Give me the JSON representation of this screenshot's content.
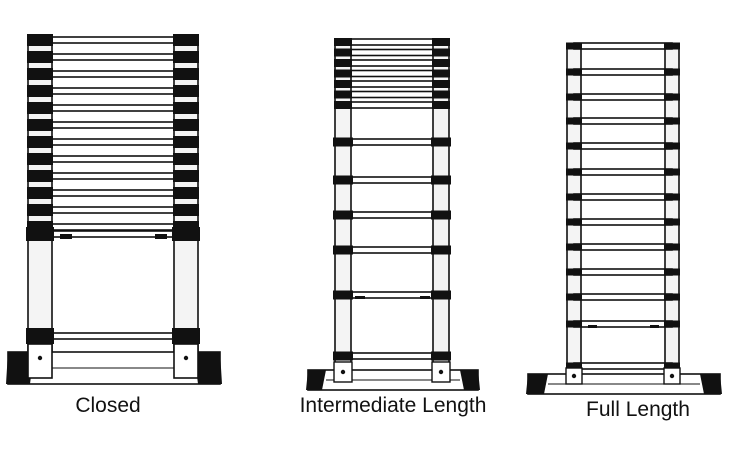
{
  "figures": [
    {
      "id": "closed",
      "caption": "Closed"
    },
    {
      "id": "intermediate",
      "caption": "Intermediate Length"
    },
    {
      "id": "full",
      "caption": "Full Length"
    }
  ],
  "colors": {
    "line": "#111111",
    "rail_fill": "#f4f4f4",
    "background": "#ffffff"
  }
}
